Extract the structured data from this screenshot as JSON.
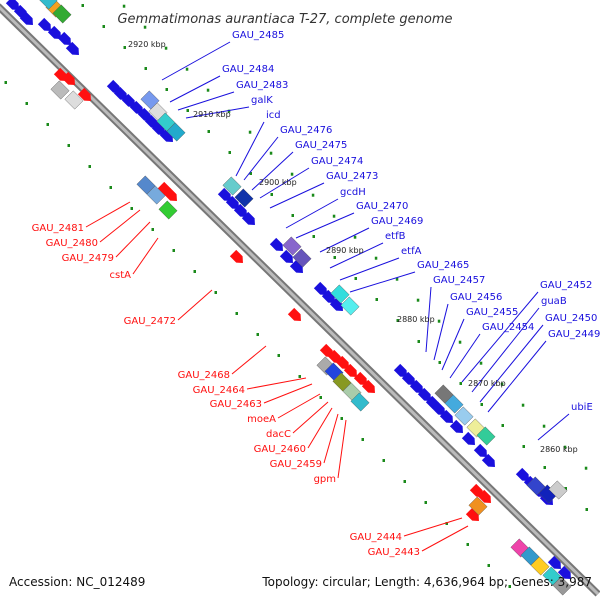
{
  "title": "Gemmatimonas aurantiaca T-27, complete genome",
  "accession": "Accession: NC_012489",
  "topology": "Topology: circular; Length: 4,636,964 bp; Genes: 3,987",
  "colors": {
    "forward": "#1a10dd",
    "reverse": "#ff1010",
    "axis": "#999999",
    "dots": "#1a8a1a"
  },
  "ticks": [
    "2920 kbp",
    "2910 kbp",
    "2900 kbp",
    "2890 kbp",
    "2880 kbp",
    "2870 kbp",
    "2860 kbp"
  ],
  "blue_labels": [
    "GAU_2485",
    "GAU_2484",
    "GAU_2483",
    "galK",
    "icd",
    "GAU_2476",
    "GAU_2475",
    "GAU_2474",
    "GAU_2473",
    "gcdH",
    "GAU_2470",
    "GAU_2469",
    "etfB",
    "etfA",
    "GAU_2465",
    "GAU_2457",
    "GAU_2456",
    "GAU_2455",
    "GAU_2454",
    "GAU_2452",
    "guaB",
    "GAU_2450",
    "GAU_2449",
    "ubiE"
  ],
  "red_labels": [
    "GAU_2481",
    "GAU_2480",
    "GAU_2479",
    "cstA",
    "GAU_2472",
    "GAU_2468",
    "GAU_2464",
    "GAU_2463",
    "moeA",
    "dacC",
    "GAU_2460",
    "GAU_2459",
    "gpm",
    "GAU_2444",
    "GAU_2443"
  ]
}
